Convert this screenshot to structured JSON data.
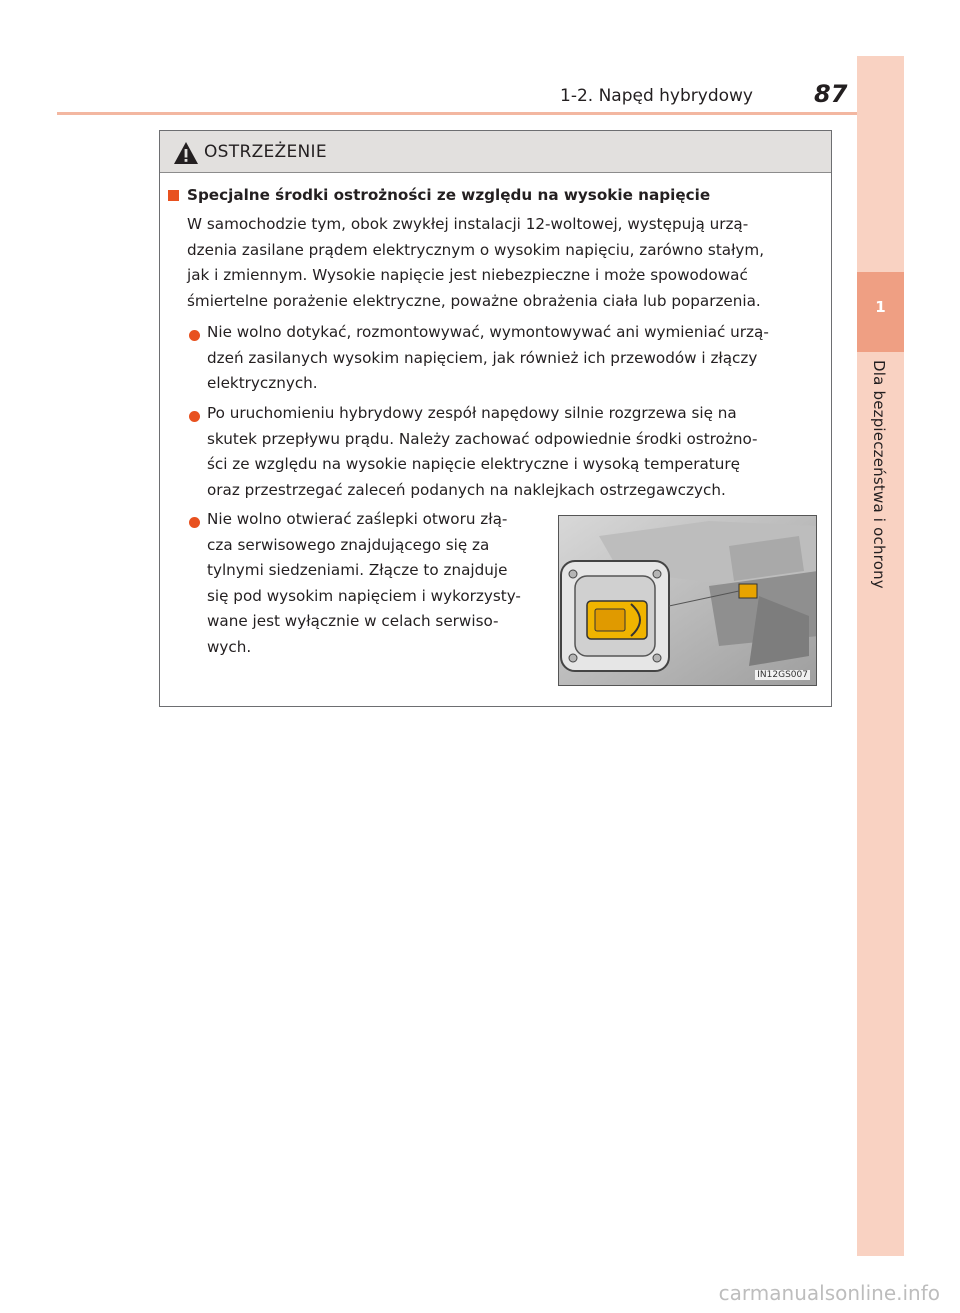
{
  "header": {
    "section": "1-2. Napęd hybrydowy",
    "page_number": "87"
  },
  "side_tab": {
    "chapter_number": "1",
    "chapter_title": "Dla bezpieczeństwa i ochrony"
  },
  "warning": {
    "title": "OSTRZEŻENIE",
    "subheading": "Specjalne środki ostrożności ze względu na wysokie napięcie",
    "intro_lines": [
      "W samochodzie tym, obok zwykłej instalacji 12-woltowej, występują urzą-",
      "dzenia zasilane prądem elektrycznym o wysokim napięciu, zarówno stałym,",
      "jak i zmiennym. Wysokie napięcie jest niebezpieczne i może spowodować",
      "śmiertelne porażenie elektryczne, poważne obrażenia ciała lub poparzenia."
    ],
    "bullet1_lines": [
      "Nie wolno dotykać, rozmontowywać, wymontowywać ani wymieniać urzą-",
      "dzeń zasilanych wysokim napięciem, jak również ich przewodów i złączy",
      "elektrycznych."
    ],
    "bullet2_lines": [
      "Po uruchomieniu hybrydowy zespół napędowy silnie rozgrzewa się na",
      "skutek przepływu prądu. Należy zachować odpowiednie środki ostrożno-",
      "ści ze względu na wysokie napięcie elektryczne i wysoką temperaturę",
      "oraz przestrzegać zaleceń podanych na naklejkach ostrzegawczych."
    ],
    "bullet3_lines": [
      "Nie wolno otwierać zaślepki otworu złą-",
      "cza serwisowego znajdującego się za",
      "tylnymi siedzeniami. Złącze to znajduje",
      "się pod wysokim napięciem i wykorzysty-",
      "wane jest wyłącznie w celach serwiso-",
      "wych."
    ],
    "image_code": "IN12GS007",
    "accent_color": "#e8511f",
    "header_bg": "#e2e0de"
  },
  "footer": {
    "watermark": "carmanualsonline.info"
  }
}
